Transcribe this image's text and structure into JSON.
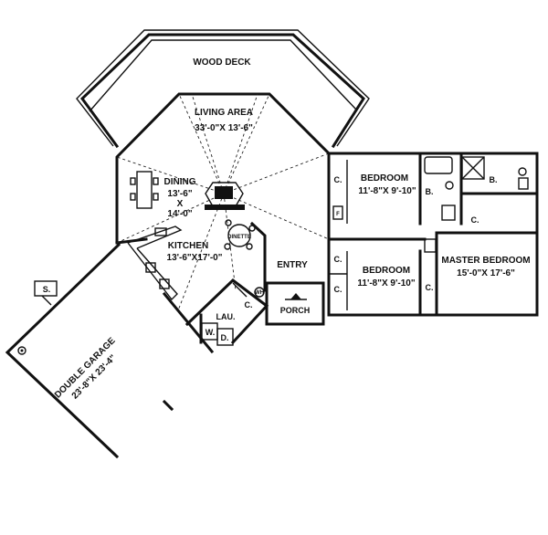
{
  "rooms": {
    "deck": {
      "label": "WOOD DECK"
    },
    "living": {
      "label": "LIVING AREA",
      "dims": "33'-0\"X 13'-6\""
    },
    "dining": {
      "label": "DINING",
      "dim1": "13'-6\"",
      "x": "X",
      "dim2": "14'-0\""
    },
    "kitchen": {
      "label": "KITCHEN",
      "dims": "13'-6\"X17'-0\""
    },
    "dinette": {
      "label": "DINETTE"
    },
    "entry": {
      "label": "ENTRY"
    },
    "porch": {
      "label": "PORCH"
    },
    "laundry": {
      "label": "LAU."
    },
    "washer": {
      "label": "W."
    },
    "dryer": {
      "label": "D."
    },
    "garage": {
      "label": "DOUBLE GARAGE",
      "dims": "23'-8\"X 23'-4\""
    },
    "storage": {
      "label": "S."
    },
    "bedroom1": {
      "label": "BEDROOM",
      "dims": "11'-8\"X 9'-10\""
    },
    "bedroom2": {
      "label": "BEDROOM",
      "dims": "11'-8\"X 9'-10\""
    },
    "master": {
      "label": "MASTER BEDROOM",
      "dims": "15'-0\"X 17'-6\""
    },
    "bath1": {
      "label": "B."
    },
    "bath2": {
      "label": "B."
    }
  },
  "closets": [
    "C.",
    "C.",
    "C.",
    "C.",
    "C.",
    "C."
  ],
  "symbols": {
    "linen": "F",
    "mechanical": "WH"
  },
  "icons": {
    "copyright": "copyright-icon",
    "entry_arrow": "arrow-up-icon",
    "fireplace": "fireplace-icon"
  }
}
